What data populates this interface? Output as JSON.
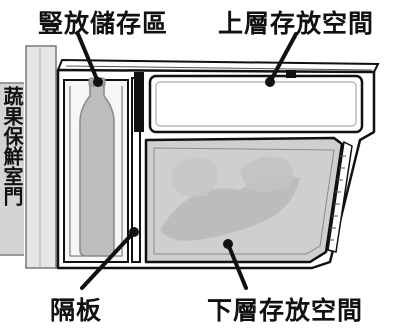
{
  "labels": {
    "vertical_storage": "豎放儲存區",
    "upper_storage": "上層存放空間",
    "divider": "隔板",
    "lower_storage": "下層存放空間",
    "side_compartment": "蔬果保鮮室門"
  },
  "colors": {
    "line": "#111111",
    "side_panel": "#d4d4d4",
    "crisper_fill": "#cfcfcf",
    "produce_shade": "#b8b8b8"
  }
}
